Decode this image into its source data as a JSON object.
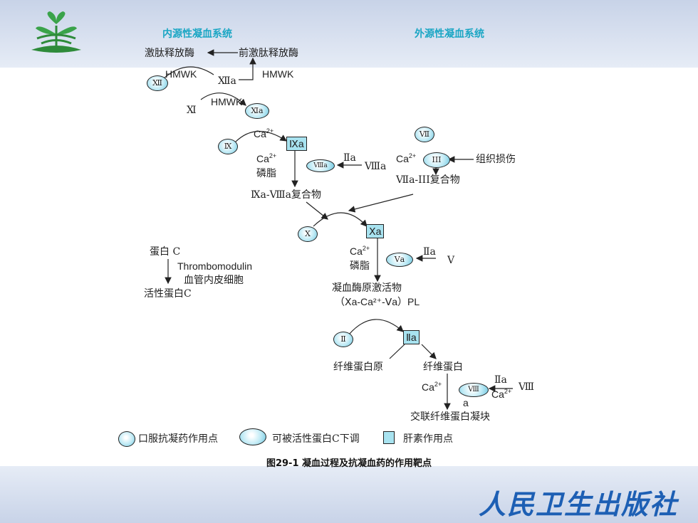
{
  "headers": {
    "intrinsic": "内源性凝血系统",
    "extrinsic": "外源性凝血系统"
  },
  "labels": {
    "kininogen_release": "激肽释放酶",
    "prekallikrein": "前激肽释放酶",
    "hmwk": "HMWK",
    "f12": "Ⅻ",
    "f12a": "Ⅻa",
    "f11": "Ⅺ",
    "f11a": "Ⅺa",
    "f9": "Ⅸ",
    "f9a": "Ⅸa",
    "ca": "Ca",
    "phospholipid": "磷脂",
    "f2a": "Ⅱa",
    "f8a": "Ⅷa",
    "f8a_oval": "Ⅷa",
    "f7": "Ⅶ",
    "f3": "III",
    "tissue_damage": "组织损伤",
    "f7a_complex": "Ⅶa-III复合物",
    "f9a_f8a_complex": "Ⅸa-Ⅷa复合物",
    "f10": "Ⅹ",
    "f10a": "Ⅹa",
    "protein_c": "蛋白 C",
    "thrombomodulin": "Thrombomodulin",
    "endothelial": "血管内皮细胞",
    "active_protein_c": "活性蛋白C",
    "f5a_oval": "Ⅴa",
    "f5": "Ⅴ",
    "prothrombin_activator": "凝血酶原激活物",
    "activator_formula": "（Ⅹa-Ca²⁺-Ⅴa）PL",
    "f2": "Ⅱ",
    "fibrinogen": "纤维蛋白原",
    "fibrin": "纤维蛋白",
    "f13": "Ⅷ",
    "f13_oval": "Ⅷ",
    "f13_oval_suffix": "a",
    "crosslinked_fibrin": "交联纤维蛋白凝块",
    "sup2": "2+"
  },
  "legend": {
    "oral": "口服抗凝药作用点",
    "protein_c_down": "可被活性蛋白C下调",
    "heparin": "肝素作用点"
  },
  "caption": "图29-1  凝血过程及抗凝血药的作用靶点",
  "publisher": "人民卫生出版社",
  "colors": {
    "header": "#1aa6c4",
    "oval_fill": "#bfeaf5",
    "box_fill": "#a8e3f0",
    "publisher": "#1d5fb4"
  }
}
